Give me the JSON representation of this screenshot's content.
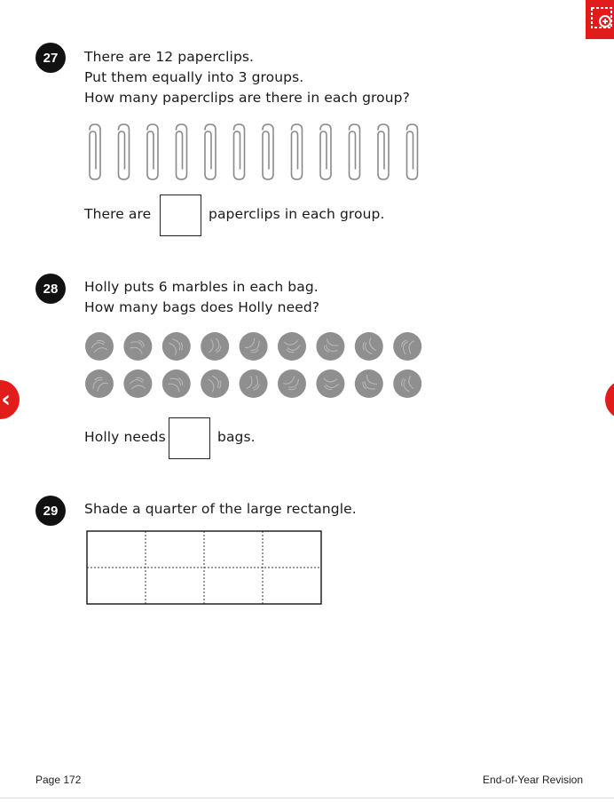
{
  "questions": [
    {
      "number": "27",
      "lines": [
        "There are 12 paperclips.",
        "Put them equally into 3 groups.",
        "How many paperclips are there in each group?"
      ],
      "answer_prefix": "There are",
      "answer_suffix": "paperclips in each group.",
      "paperclip_count": 12
    },
    {
      "number": "28",
      "lines": [
        "Holly puts 6 marbles in each bag.",
        "How many bags does Holly need?"
      ],
      "answer_prefix": "Holly needs",
      "answer_suffix": "bags.",
      "marble_rows": 2,
      "marbles_per_row": 9
    },
    {
      "number": "29",
      "lines": [
        "Shade a quarter of the large rectangle."
      ],
      "grid_rows": 2,
      "grid_cols": 4
    }
  ],
  "footer": {
    "page_label": "Page 172",
    "section_label": "End-of-Year Revision"
  },
  "colors": {
    "accent": "#e21b1b",
    "marble": "#8f8f8f"
  },
  "nav": {
    "prev_icon": "‹",
    "corner_icon": "zoom-in-icon"
  }
}
